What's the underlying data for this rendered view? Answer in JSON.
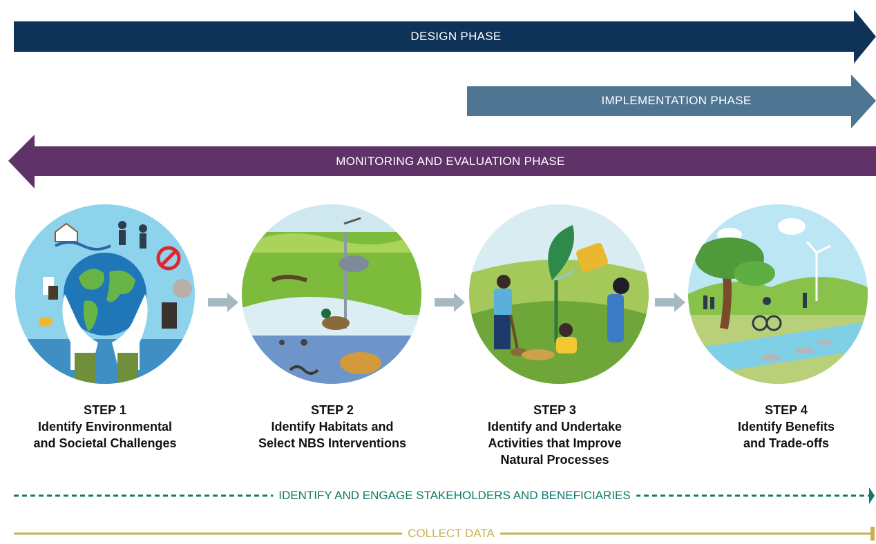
{
  "phases": {
    "design": {
      "label": "DESIGN PHASE",
      "color": "#0f3257"
    },
    "implementation": {
      "label": "IMPLEMENTATION PHASE",
      "color": "#4e7591"
    },
    "monitoring": {
      "label": "MONITORING AND EVALUATION PHASE",
      "color": "#5f3268"
    }
  },
  "steps": [
    {
      "number": "STEP 1",
      "title_line1": "Identify Environmental",
      "title_line2": "and Societal Challenges",
      "title_line3": "",
      "icon": "earth-in-hands-icon"
    },
    {
      "number": "STEP 2",
      "title_line1": "Identify Habitats and",
      "title_line2": "Select NBS Interventions",
      "title_line3": "",
      "icon": "wetland-habitat-icon"
    },
    {
      "number": "STEP 3",
      "title_line1": "Identify and Undertake",
      "title_line2": "Activities that Improve",
      "title_line3": "Natural Processes",
      "icon": "planting-people-icon"
    },
    {
      "number": "STEP 4",
      "title_line1": "Identify Benefits",
      "title_line2": "and Trade-offs",
      "title_line3": "",
      "icon": "park-recreation-icon"
    }
  ],
  "tracks": {
    "stakeholders": {
      "label": "IDENTIFY AND ENGAGE STAKEHOLDERS AND BENEFICIARIES",
      "color": "#0d7a6a"
    },
    "collect_data": {
      "label": "COLLECT DATA",
      "color": "#c9b24d"
    }
  },
  "connector_color": "#a6b8c2"
}
